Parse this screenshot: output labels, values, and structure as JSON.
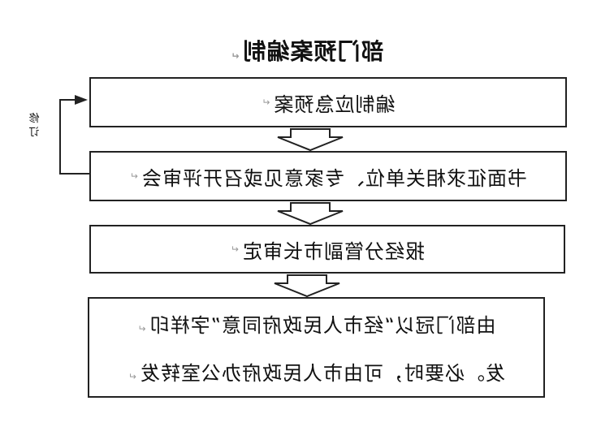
{
  "title": "部门预案编制",
  "steps": [
    "编制应急预案",
    "书面征求相关单位、专家意见或召开评审会",
    "报经分管副市长审定",
    "由部门冠以“经市人民政府同意”字样印",
    "发。必要时，可由市人民政府办公室转发"
  ],
  "feedback_label": "修订",
  "paragraph_mark": "↵"
}
